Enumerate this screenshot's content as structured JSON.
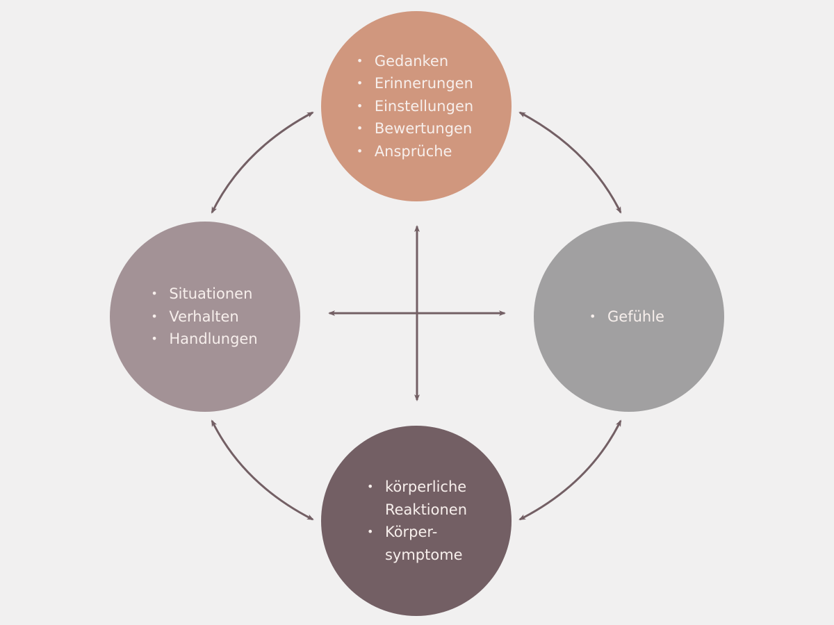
{
  "colors": {
    "background": "#f1f0f0",
    "arrow": "#735f64",
    "text": "#f7efec"
  },
  "nodes": {
    "top": {
      "name": "thoughts",
      "color": "#d0977e",
      "items": [
        "Gedanken",
        "Erinnerungen",
        "Einstellungen",
        "Bewertungen",
        "Ansprüche"
      ]
    },
    "left": {
      "name": "behavior",
      "color": "#a39296",
      "items": [
        "Situationen",
        "Verhalten",
        "Handlungen"
      ]
    },
    "right": {
      "name": "feelings",
      "color": "#a1a0a1",
      "items": [
        "Gefühle"
      ]
    },
    "bottom": {
      "name": "body",
      "color": "#735f64",
      "items": [
        {
          "line1": "körperliche",
          "line2": "Reaktionen"
        },
        {
          "line1": "Körper-",
          "line2": "symptome"
        }
      ]
    }
  },
  "edges": [
    {
      "from": "top",
      "to": "left",
      "type": "bidirectional-curved"
    },
    {
      "from": "top",
      "to": "right",
      "type": "bidirectional-curved"
    },
    {
      "from": "left",
      "to": "bottom",
      "type": "bidirectional-curved"
    },
    {
      "from": "right",
      "to": "bottom",
      "type": "bidirectional-curved"
    },
    {
      "from": "top",
      "to": "bottom",
      "type": "bidirectional-straight"
    },
    {
      "from": "left",
      "to": "right",
      "type": "bidirectional-straight"
    }
  ]
}
